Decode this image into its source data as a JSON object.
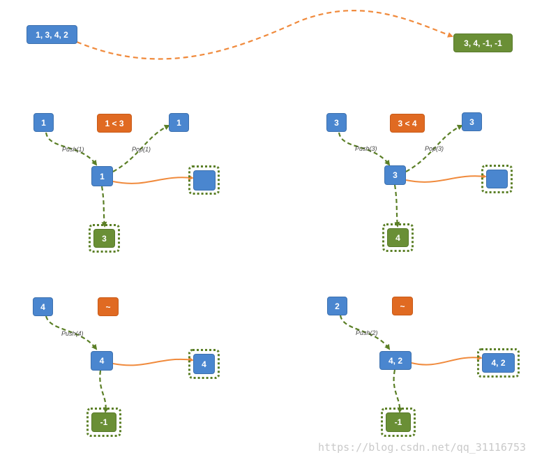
{
  "colors": {
    "blue": "#4a86cf",
    "green": "#6a8f36",
    "orange": "#e06a22",
    "arrow_orange": "#f08a3c",
    "arrow_green": "#5b7f26"
  },
  "overview": {
    "input": "1, 3, 4, 2",
    "output": "3, 4, -1, -1"
  },
  "panels": [
    {
      "element": "1",
      "compare": "1 < 3",
      "stack_top": "1",
      "popped": "1",
      "result": "3",
      "stack_after": "",
      "push_label": "Push(1)",
      "pop_label": "Pop(1)"
    },
    {
      "element": "3",
      "compare": "3 < 4",
      "stack_top": "3",
      "popped": "3",
      "result": "4",
      "stack_after": "",
      "push_label": "Push(3)",
      "pop_label": "Pop(3)"
    },
    {
      "element": "4",
      "compare": "~",
      "stack_top": "4",
      "result": "-1",
      "stack_after": "4",
      "push_label": "Push(4)"
    },
    {
      "element": "2",
      "compare": "~",
      "stack_top": "4, 2",
      "result": "-1",
      "stack_after": "4, 2",
      "push_label": "Push(2)"
    }
  ],
  "watermark": "https://blog.csdn.net/qq_31116753"
}
